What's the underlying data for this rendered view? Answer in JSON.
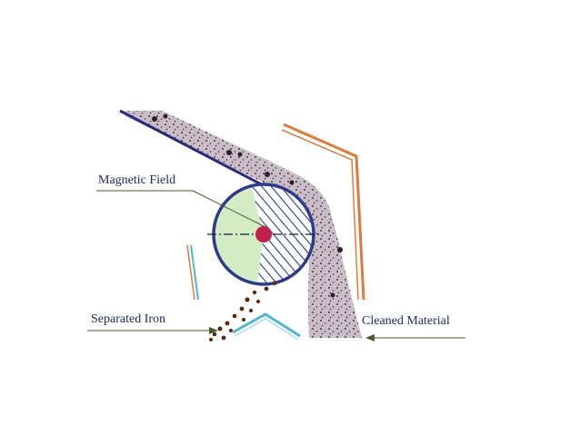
{
  "labels": {
    "magnetic_field": "Magnetic Field",
    "separated_iron": "Separated Iron",
    "cleaned_material": "Cleaned Material"
  },
  "colors": {
    "belt": "#2a2a7a",
    "material": "#c9bcc6",
    "material_dots": "#4a3a4a",
    "drum_fill": "#d4ecc4",
    "drum_outline": "#2e3a8c",
    "magnet_hatch": "#2e3a8c",
    "core": "#c0204a",
    "orange_chute": "#e07a3a",
    "cyan_deflector": "#4fb6d0",
    "iron_particles": "#5a2a10",
    "pointer_lines": "#4a5a2a"
  },
  "icons": [
    "magnetic-drum-icon",
    "conveyor-belt-icon",
    "chute-icon",
    "splitter-icon"
  ]
}
